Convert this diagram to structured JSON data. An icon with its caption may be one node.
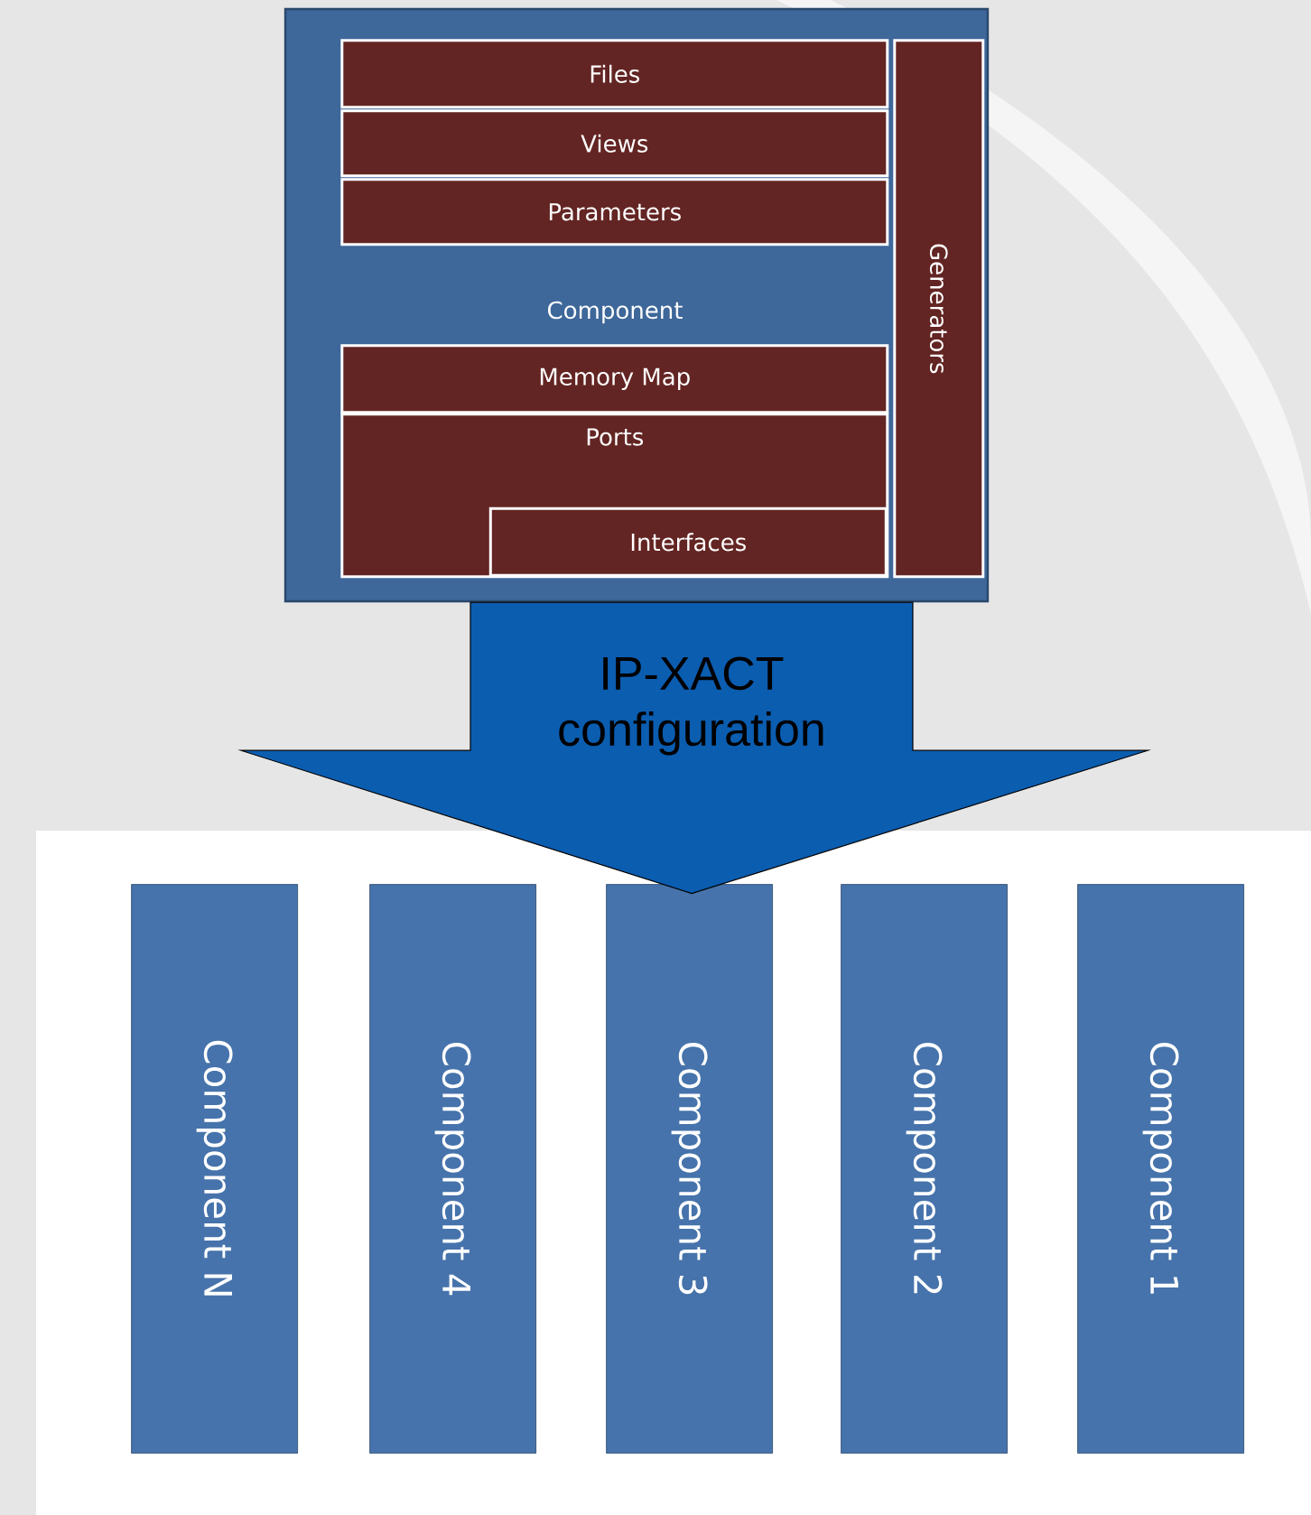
{
  "diagram": {
    "nodes": [
      {
        "text": [
          "Component"
        ]
      },
      {
        "text": [
          "Files"
        ],
        "in": 0
      },
      {
        "text": [
          "Views"
        ],
        "in": 0
      },
      {
        "text": [
          "Parameters"
        ],
        "in": 0
      },
      {
        "text": [
          "Memory Map"
        ],
        "in": 0
      },
      {
        "text": [
          "Ports"
        ],
        "in": 0
      },
      {
        "text": [
          "Interfaces"
        ],
        "in": 5
      },
      {
        "text": [
          "Generators"
        ],
        "in": 0
      },
      {
        "text": [],
        "shape": "box"
      },
      {
        "text": [
          "Component N"
        ],
        "in": 8
      },
      {
        "text": [
          "Component 4"
        ],
        "in": 8
      },
      {
        "text": [
          "Component 3"
        ],
        "in": 8
      },
      {
        "text": [
          "Component 2"
        ],
        "in": 8
      },
      {
        "text": [
          "Component 1"
        ],
        "in": 8
      }
    ],
    "edges": [
      {
        "from": 0,
        "to": 8,
        "arrow": "to",
        "label": "IP-XACT configuration"
      }
    ]
  }
}
